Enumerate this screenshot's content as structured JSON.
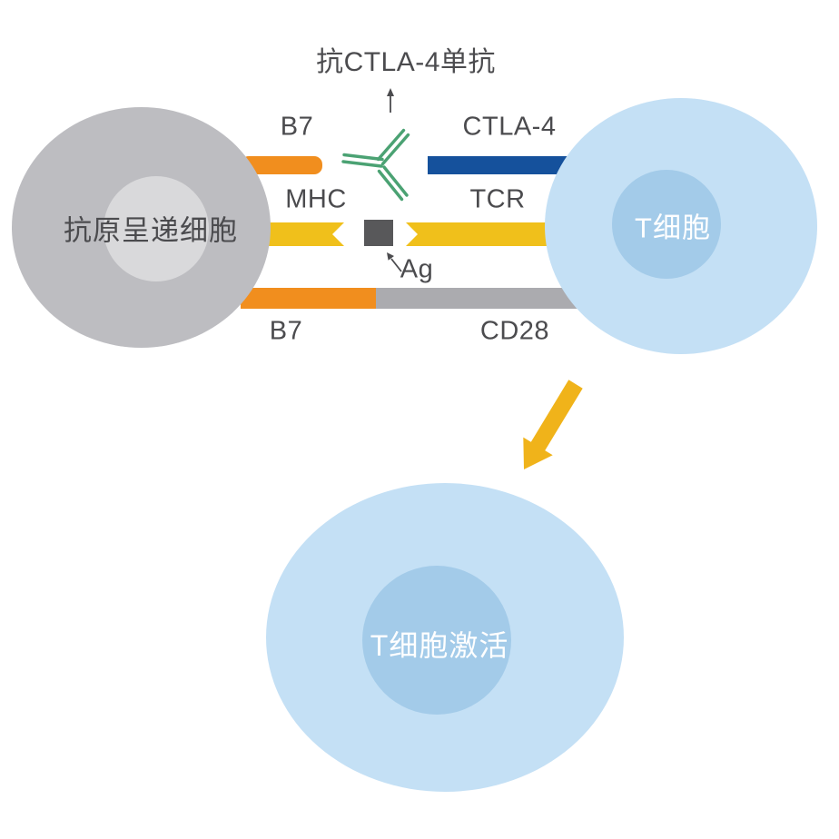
{
  "colors": {
    "b7-orange": "#F18E1E",
    "mhc-yellow": "#F0C01B",
    "ctla4-blue": "#15519C",
    "cd28-gray": "#ABABAF",
    "ag-dark": "#58585A",
    "antibody-green": "#4BA273",
    "arrow-gold": "#F0B31A",
    "apc-outer": "#BDBDC1",
    "apc-inner": "#D9D9DB",
    "tcell-outer": "#C4E0F5",
    "tcell-inner": "#A3CBE9",
    "label-dark": "#4B4B4E",
    "label-light": "#FFFFFF",
    "thin-arrow": "#4B4B4E"
  },
  "labels": {
    "antibody": "抗CTLA-4单抗",
    "b7_top": "B7",
    "ctla4": "CTLA-4",
    "mhc": "MHC",
    "tcr": "TCR",
    "ag": "Ag",
    "b7_bottom": "B7",
    "cd28": "CD28"
  },
  "cells": {
    "apc": {
      "label": "抗原呈递细胞"
    },
    "tcell": {
      "label": "T细胞"
    },
    "tcell_activated": {
      "label": "T细胞激活"
    }
  }
}
